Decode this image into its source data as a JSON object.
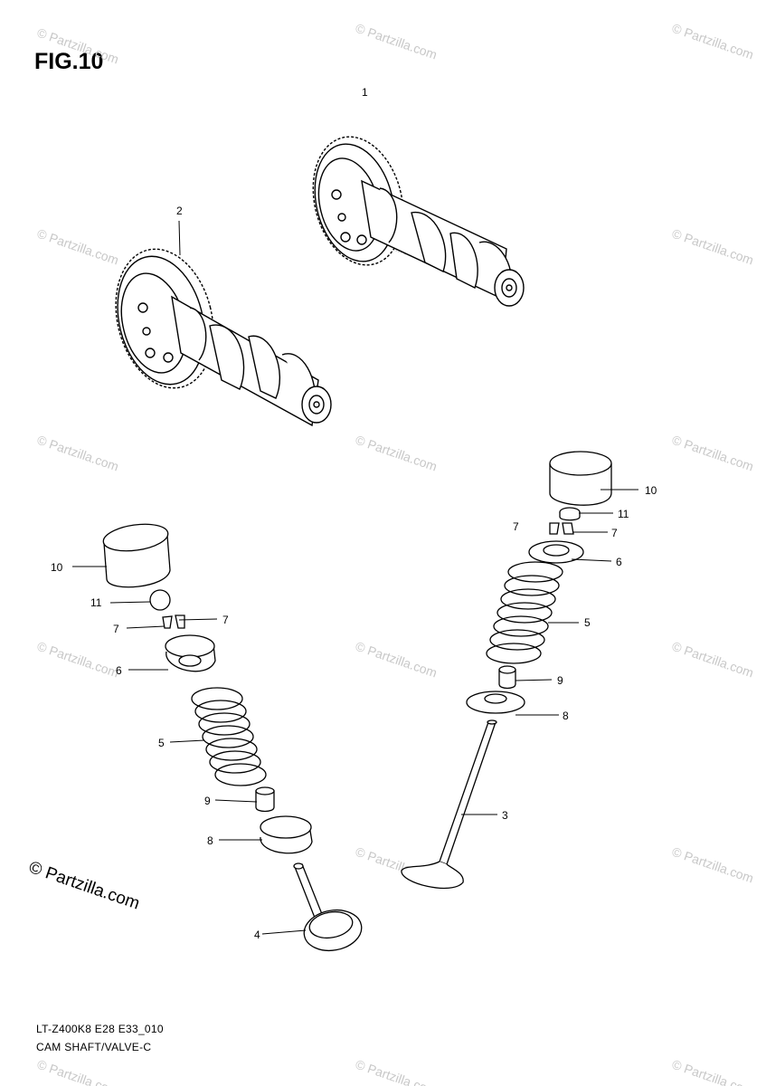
{
  "figure": {
    "title": "FIG.10",
    "footer_code": "LT-Z400K8 E28 E33_010",
    "footer_name": "CAM SHAFT/VALVE-C"
  },
  "watermark": {
    "copyright_text": "© Partzilla.com",
    "repeat_text": "© Partzilla.com"
  },
  "callouts": {
    "p1": "1",
    "p2": "2",
    "p3": "3",
    "p4": "4",
    "p5_left": "5",
    "p5_right": "5",
    "p6_left": "6",
    "p6_right": "6",
    "p7_left_a": "7",
    "p7_left_b": "7",
    "p7_right_a": "7",
    "p7_right_b": "7",
    "p8_left": "8",
    "p8_right": "8",
    "p9_left": "9",
    "p9_right": "9",
    "p10_left": "10",
    "p10_right": "10",
    "p11_left": "11",
    "p11_right": "11"
  }
}
